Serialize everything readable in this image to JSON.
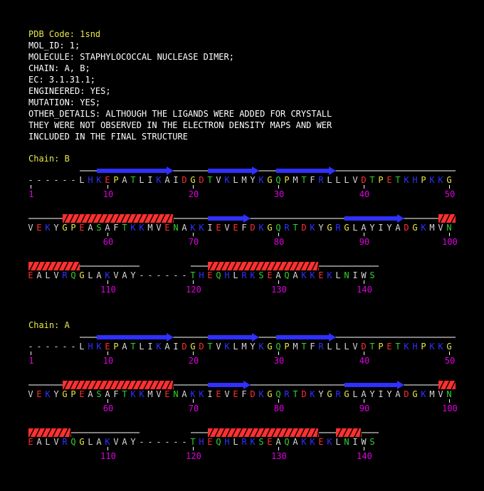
{
  "header": {
    "pdb_code": "PDB Code: 1snd",
    "lines": [
      "MOL_ID: 1;",
      "MOLECULE: STAPHYLOCOCCAL NUCLEASE DIMER;",
      "CHAIN: A, B;",
      "EC: 3.1.31.1;",
      "ENGINEERED: YES;",
      "MUTATION: YES;",
      "OTHER_DETAILS: ALTHOUGH THE LIGANDS WERE ADDED FOR CRYSTALL",
      "THEY WERE NOT OBSERVED IN THE ELECTRON DENSITY MAPS AND WER",
      "INCLUDED IN THE FINAL STRUCTURE"
    ]
  },
  "colors": {
    "hydrophobic": "#d8d8d8",
    "basic": "#3030ff",
    "acidic": "#ff3030",
    "polar": "#30d030",
    "special": "#e8e84a",
    "gap": "#d8d8d8",
    "numbers": "#e000e0",
    "strand": "#3030ff",
    "helix": "#ff3030"
  },
  "chains": [
    {
      "label": "Chain: B",
      "rows": [
        {
          "seq": "------LHKEPATLIKAIDGDTVKLMYKGQPMTFRLLLVDTPETKHPKKG",
          "numbers": [
            "1",
            "10",
            "20",
            "30",
            "40",
            "50"
          ],
          "number_positions": [
            1,
            10,
            20,
            30,
            40,
            50
          ],
          "strands": [
            [
              9,
              17
            ],
            [
              22,
              27
            ],
            [
              30,
              36
            ]
          ],
          "helices": []
        },
        {
          "seq": "VEKYGPEASAFTKKMVENAKKIEVEFDKGQRTDKYGRGLAYIYADGKMVN",
          "numbers": [
            "60",
            "70",
            "80",
            "90",
            "100"
          ],
          "number_positions": [
            60,
            70,
            80,
            90,
            100
          ],
          "strands": [
            [
              72,
              76
            ],
            [
              88,
              94
            ]
          ],
          "helices": [
            [
              55,
              67
            ],
            [
              99,
              100
            ]
          ]
        },
        {
          "seq": "EALVRQGLAKVAY------THEQHLRKSEAQAKKEKLNIWS",
          "numbers": [
            "110",
            "120",
            "130",
            "140"
          ],
          "number_positions": [
            110,
            120,
            130,
            140
          ],
          "strands": [],
          "helices": [
            [
              101,
              106
            ],
            [
              122,
              134
            ]
          ]
        }
      ]
    },
    {
      "label": "Chain: A",
      "rows": [
        {
          "seq": "------LHKEPATLIKAIDGDTVKLMYKGQPMTFRLLLVDTPETKHPKKG",
          "numbers": [
            "1",
            "10",
            "20",
            "30",
            "40",
            "50"
          ],
          "number_positions": [
            1,
            10,
            20,
            30,
            40,
            50
          ],
          "strands": [
            [
              9,
              17
            ],
            [
              22,
              27
            ],
            [
              30,
              36
            ]
          ],
          "helices": []
        },
        {
          "seq": "VEKYGPEASAFTKKMVENAKKIEVEFDKGQRTDKYGRGLAYIYADGKMVN",
          "numbers": [
            "60",
            "70",
            "80",
            "90",
            "100"
          ],
          "number_positions": [
            60,
            70,
            80,
            90,
            100
          ],
          "strands": [
            [
              72,
              76
            ],
            [
              88,
              94
            ]
          ],
          "helices": [
            [
              55,
              67
            ],
            [
              99,
              100
            ]
          ]
        },
        {
          "seq": "EALVRQGLAKVAY------THEQHLRKSEAQAKKEKLNIWS",
          "numbers": [
            "110",
            "120",
            "130",
            "140"
          ],
          "number_positions": [
            110,
            120,
            130,
            140
          ],
          "strands": [],
          "helices": [
            [
              101,
              105
            ],
            [
              122,
              134
            ],
            [
              137,
              139
            ]
          ]
        }
      ]
    }
  ]
}
